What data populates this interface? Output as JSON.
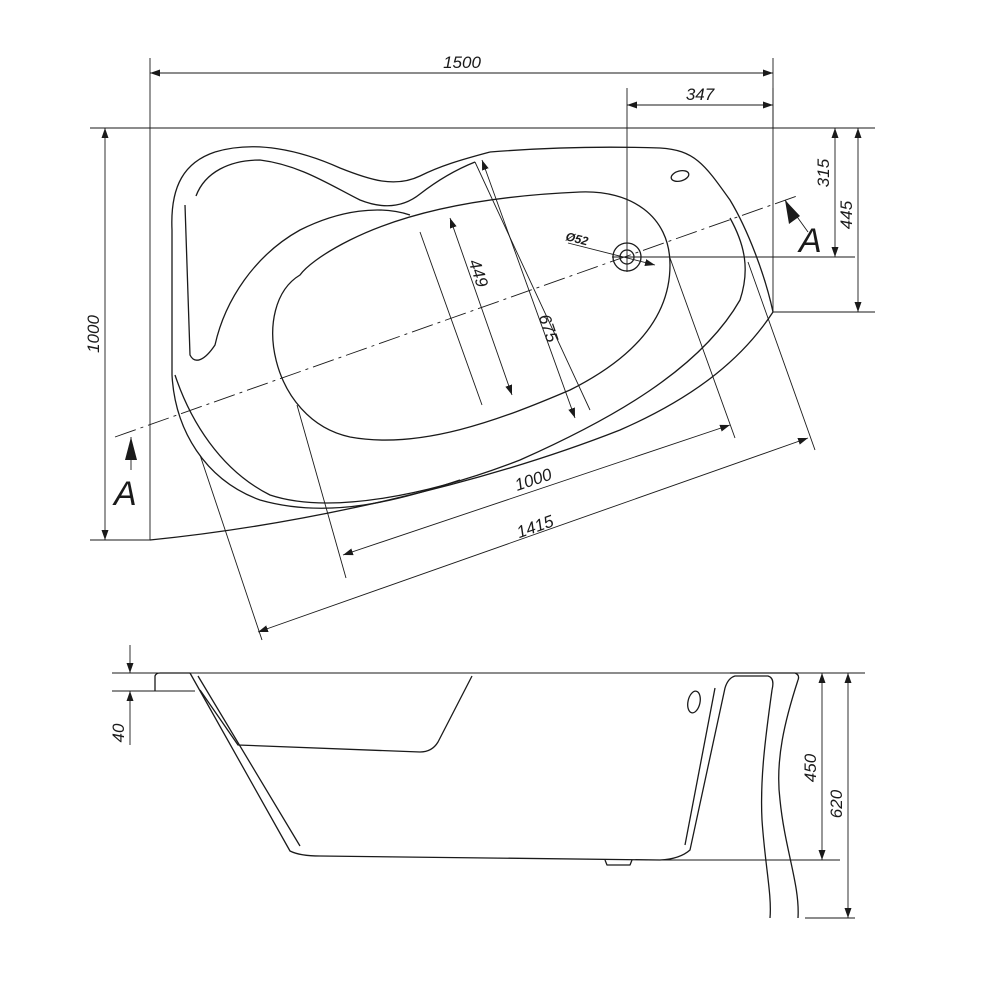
{
  "plan_view": {
    "dimensions": {
      "overall_width": "1500",
      "drain_offset": "347",
      "overall_depth": "1000",
      "drain_to_back": "315",
      "back_to_flange": "445",
      "drain_diameter": "Ø52",
      "basin_width": "449",
      "inner_width": "675",
      "basin_length": "1000",
      "overall_length": "1415"
    },
    "section_marker": "A"
  },
  "side_view": {
    "dimensions": {
      "rim_thickness": "40",
      "inner_depth": "450",
      "total_height": "620"
    }
  }
}
